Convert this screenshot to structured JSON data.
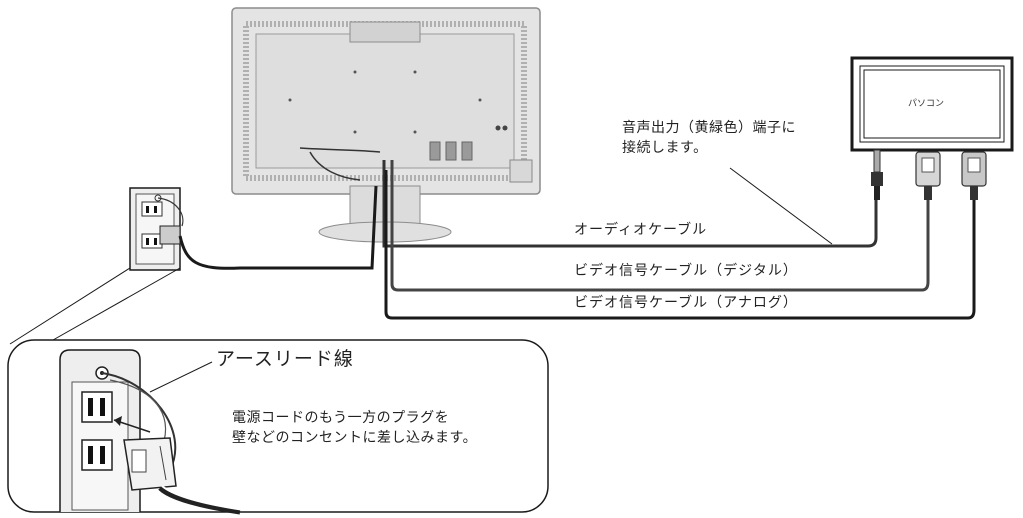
{
  "pc_label": "パソコン",
  "audio_note": [
    "音声出力（黄緑色）端子に",
    "接続します。"
  ],
  "cables": {
    "audio": "オーディオケーブル",
    "video_digital": "ビデオ信号ケーブル（デジタル）",
    "video_analog": "ビデオ信号ケーブル（アナログ）"
  },
  "earth_wire": "アースリード線",
  "outlet_note": [
    "電源コードのもう一方のプラグを",
    "壁などのコンセントに差し込みます。"
  ],
  "colors": {
    "line": "#1a1a1a",
    "cable": "#333333",
    "monitor_fill": "#e4e4e4",
    "monitor_edge": "#8c8c8c",
    "panel_fill": "#eeeeee"
  }
}
